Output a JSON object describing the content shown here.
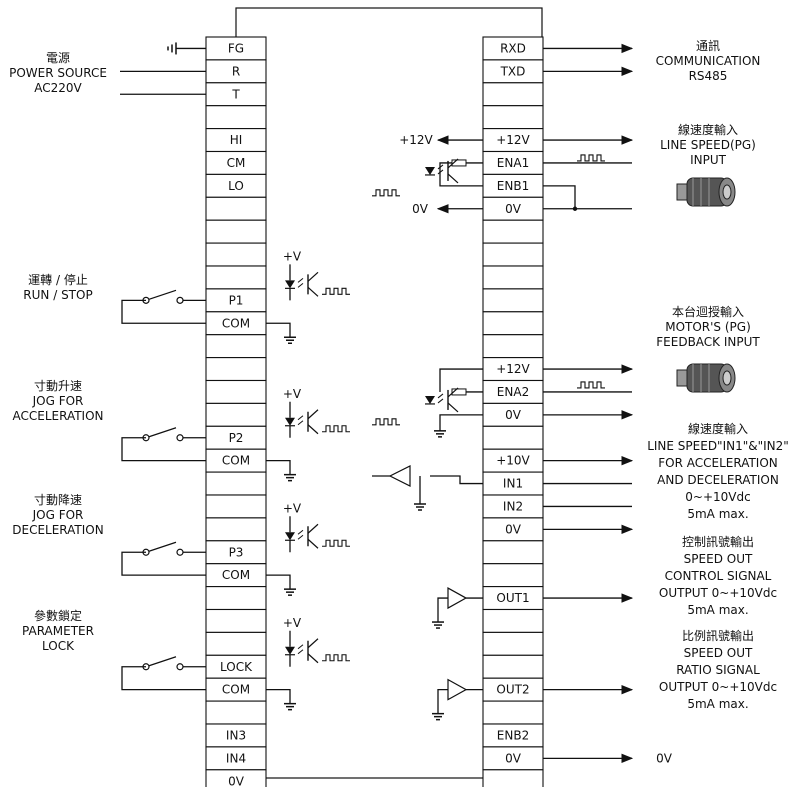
{
  "left_terminals": [
    "FG",
    "R",
    "T",
    "",
    "HI",
    "CM",
    "LO",
    "",
    "",
    "",
    "",
    "P1",
    "COM",
    "",
    "",
    "",
    "",
    "P2",
    "COM",
    "",
    "",
    "",
    "P3",
    "COM",
    "",
    "",
    "",
    "LOCK",
    "COM",
    "",
    "IN3",
    "IN4",
    "0V"
  ],
  "right_terminals": [
    "RXD",
    "TXD",
    "",
    "",
    "+12V",
    "ENA1",
    "ENB1",
    "0V",
    "",
    "",
    "",
    "",
    "",
    "",
    "+12V",
    "ENA2",
    "0V",
    "",
    "+10V",
    "IN1",
    "IN2",
    "0V",
    "",
    "",
    "OUT1",
    "",
    "",
    "",
    "OUT2",
    "",
    "ENB2",
    "0V",
    ""
  ],
  "left_labels": {
    "power": [
      "電源",
      "POWER SOURCE",
      "AC220V"
    ],
    "run_stop": [
      "運轉 / 停止",
      "RUN / STOP"
    ],
    "jog_acc": [
      "寸動升速",
      "JOG FOR",
      "ACCELERATION"
    ],
    "jog_dec": [
      "寸動降速",
      "JOG FOR",
      "DECELERATION"
    ],
    "lock": [
      "參數鎖定",
      "PARAMETER",
      "LOCK"
    ]
  },
  "right_labels": {
    "comm": [
      "通訊",
      "COMMUNICATION",
      "RS485"
    ],
    "line_speed": [
      "線速度輸入",
      "LINE SPEED(PG)",
      "INPUT"
    ],
    "motor_pg": [
      "本台迴授輸入",
      "MOTOR'S (PG)",
      "FEEDBACK INPUT"
    ],
    "line_in": [
      "線速度輸入",
      "LINE SPEED\"IN1\"&\"IN2\"",
      "FOR ACCELERATION",
      "AND DECELERATION",
      "0~+10Vdc",
      "5mA max."
    ],
    "speed_ctrl": [
      "控制訊號輸出",
      "SPEED OUT",
      "CONTROL SIGNAL",
      "OUTPUT 0~+10Vdc",
      "5mA max."
    ],
    "speed_ratio": [
      "比例訊號輸出",
      "SPEED OUT",
      "RATIO SIGNAL",
      "OUTPUT 0~+10Vdc",
      "5mA max."
    ],
    "zero_v": "0V"
  },
  "mid_labels": {
    "plus12": "+12V",
    "zero_v": "0V",
    "plus_v": "+V"
  }
}
